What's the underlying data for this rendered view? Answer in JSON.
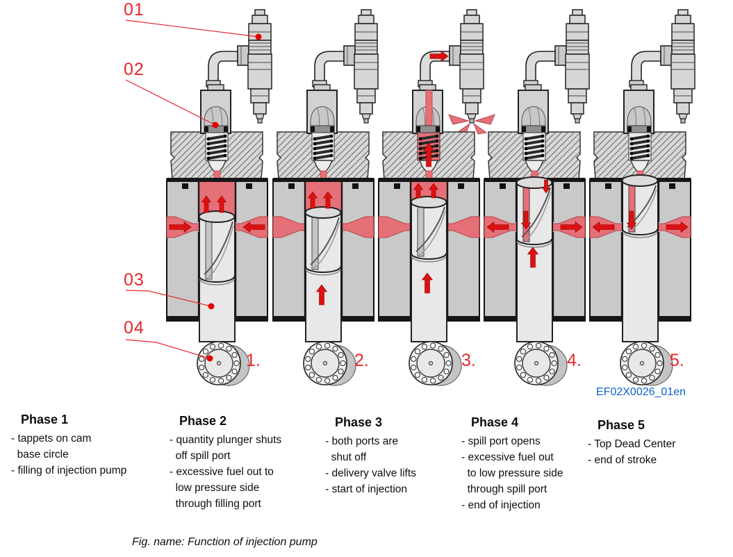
{
  "callouts": {
    "c01": "01",
    "c02": "02",
    "c03": "03",
    "c04": "04"
  },
  "phase_numbers": [
    "1.",
    "2.",
    "3.",
    "4.",
    "5."
  ],
  "figure_code": "EF02X0026_01en",
  "phases": [
    {
      "title": "Phase 1",
      "items": [
        "- tappets on cam",
        "  base circle",
        "- filling of injection pump"
      ]
    },
    {
      "title": "Phase 2",
      "items": [
        "- quantity plunger shuts",
        "  off spill port",
        "- excessive fuel out to",
        "  low pressure side",
        "  through filling port"
      ]
    },
    {
      "title": "Phase 3",
      "items": [
        "- both ports are",
        "  shut off",
        "- delivery valve lifts",
        "- start of injection"
      ]
    },
    {
      "title": "Phase 4",
      "items": [
        "- spill port opens",
        "- excessive fuel out",
        "  to low pressure side",
        "  through spill port",
        "- end of injection"
      ]
    },
    {
      "title": "Phase 5",
      "items": [
        "- Top Dead Center",
        "- end of stroke"
      ]
    }
  ],
  "caption": "Fig. name: Function of injection pump",
  "colors": {
    "fuel": "#e57078",
    "fuel_stroke": "#b5444c",
    "arrow": "#dd1111",
    "label_red": "#e8262a",
    "code_blue": "#0b63cc"
  }
}
